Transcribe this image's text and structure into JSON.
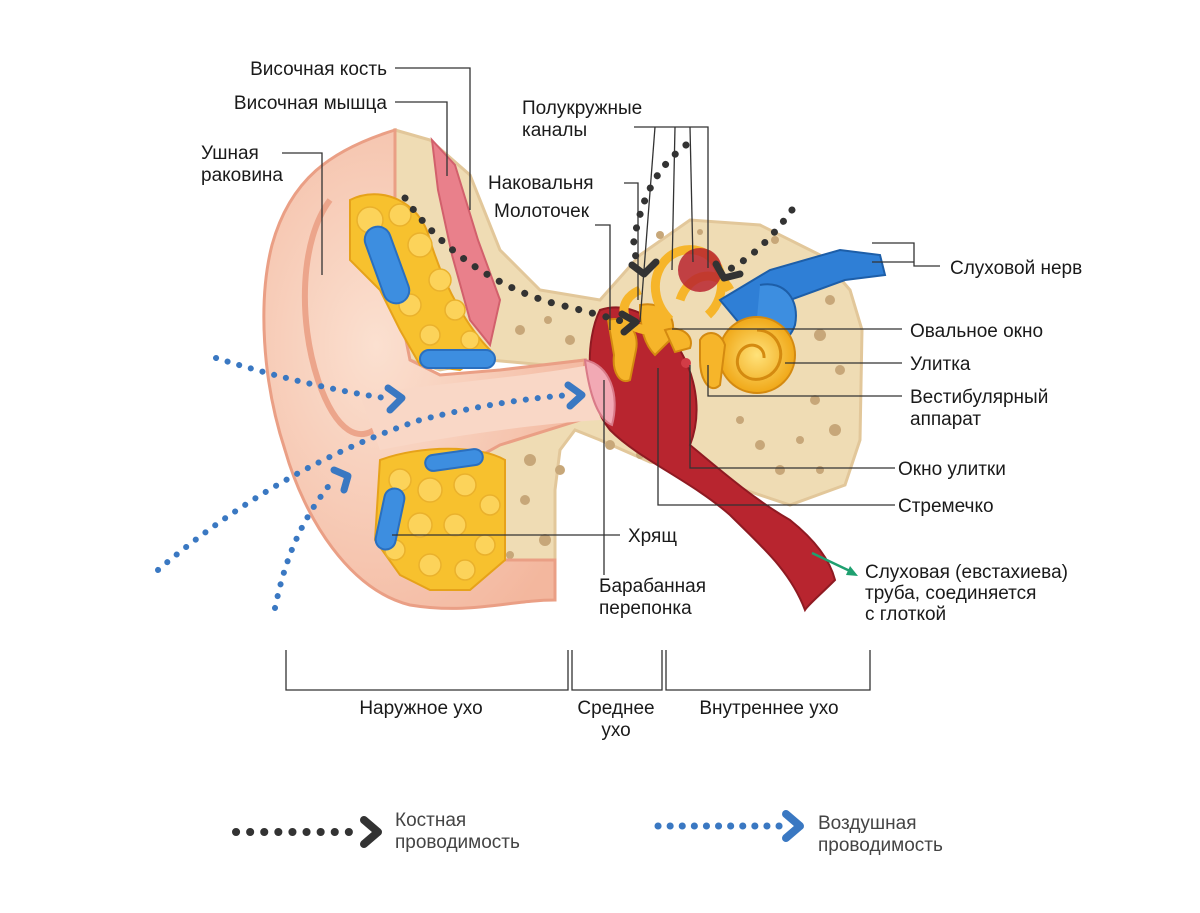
{
  "labels": {
    "temporal_bone": "Височная кость",
    "temporal_muscle": "Височная мышца",
    "auricle_1": "Ушная",
    "auricle_2": "раковина",
    "semicircular_1": "Полукружные",
    "semicircular_2": "каналы",
    "incus": "Наковальня",
    "malleus": "Молоточек",
    "auditory_nerve": "Слуховой нерв",
    "oval_window": "Овальное окно",
    "cochlea": "Улитка",
    "vestibular_1": "Вестибулярный",
    "vestibular_2": "аппарат",
    "round_window": "Окно улитки",
    "stapes": "Стремечко",
    "cartilage": "Хрящ",
    "eardrum_1": "Барабанная",
    "eardrum_2": "перепонка",
    "tube_1": "Слуховая (евстахиева)",
    "tube_2": "труба, соединяется",
    "tube_3": "с глоткой"
  },
  "regions": {
    "outer": "Наружное ухо",
    "middle_1": "Среднее",
    "middle_2": "ухо",
    "inner": "Внутреннее ухо"
  },
  "legend": {
    "bone_1": "Костная",
    "bone_2": "проводимость",
    "air_1": "Воздушная",
    "air_2": "проводимость"
  },
  "colors": {
    "bone_conduction": "#333333",
    "air_conduction": "#3a78c2",
    "skin": "#f8cdb7",
    "fat": "#f7c12e",
    "bone": "#efdcb4",
    "blood": "#b8252f",
    "muscle": "#e9808b",
    "nerve": "#2f7fd6",
    "tube_arrow": "#1fa070"
  }
}
